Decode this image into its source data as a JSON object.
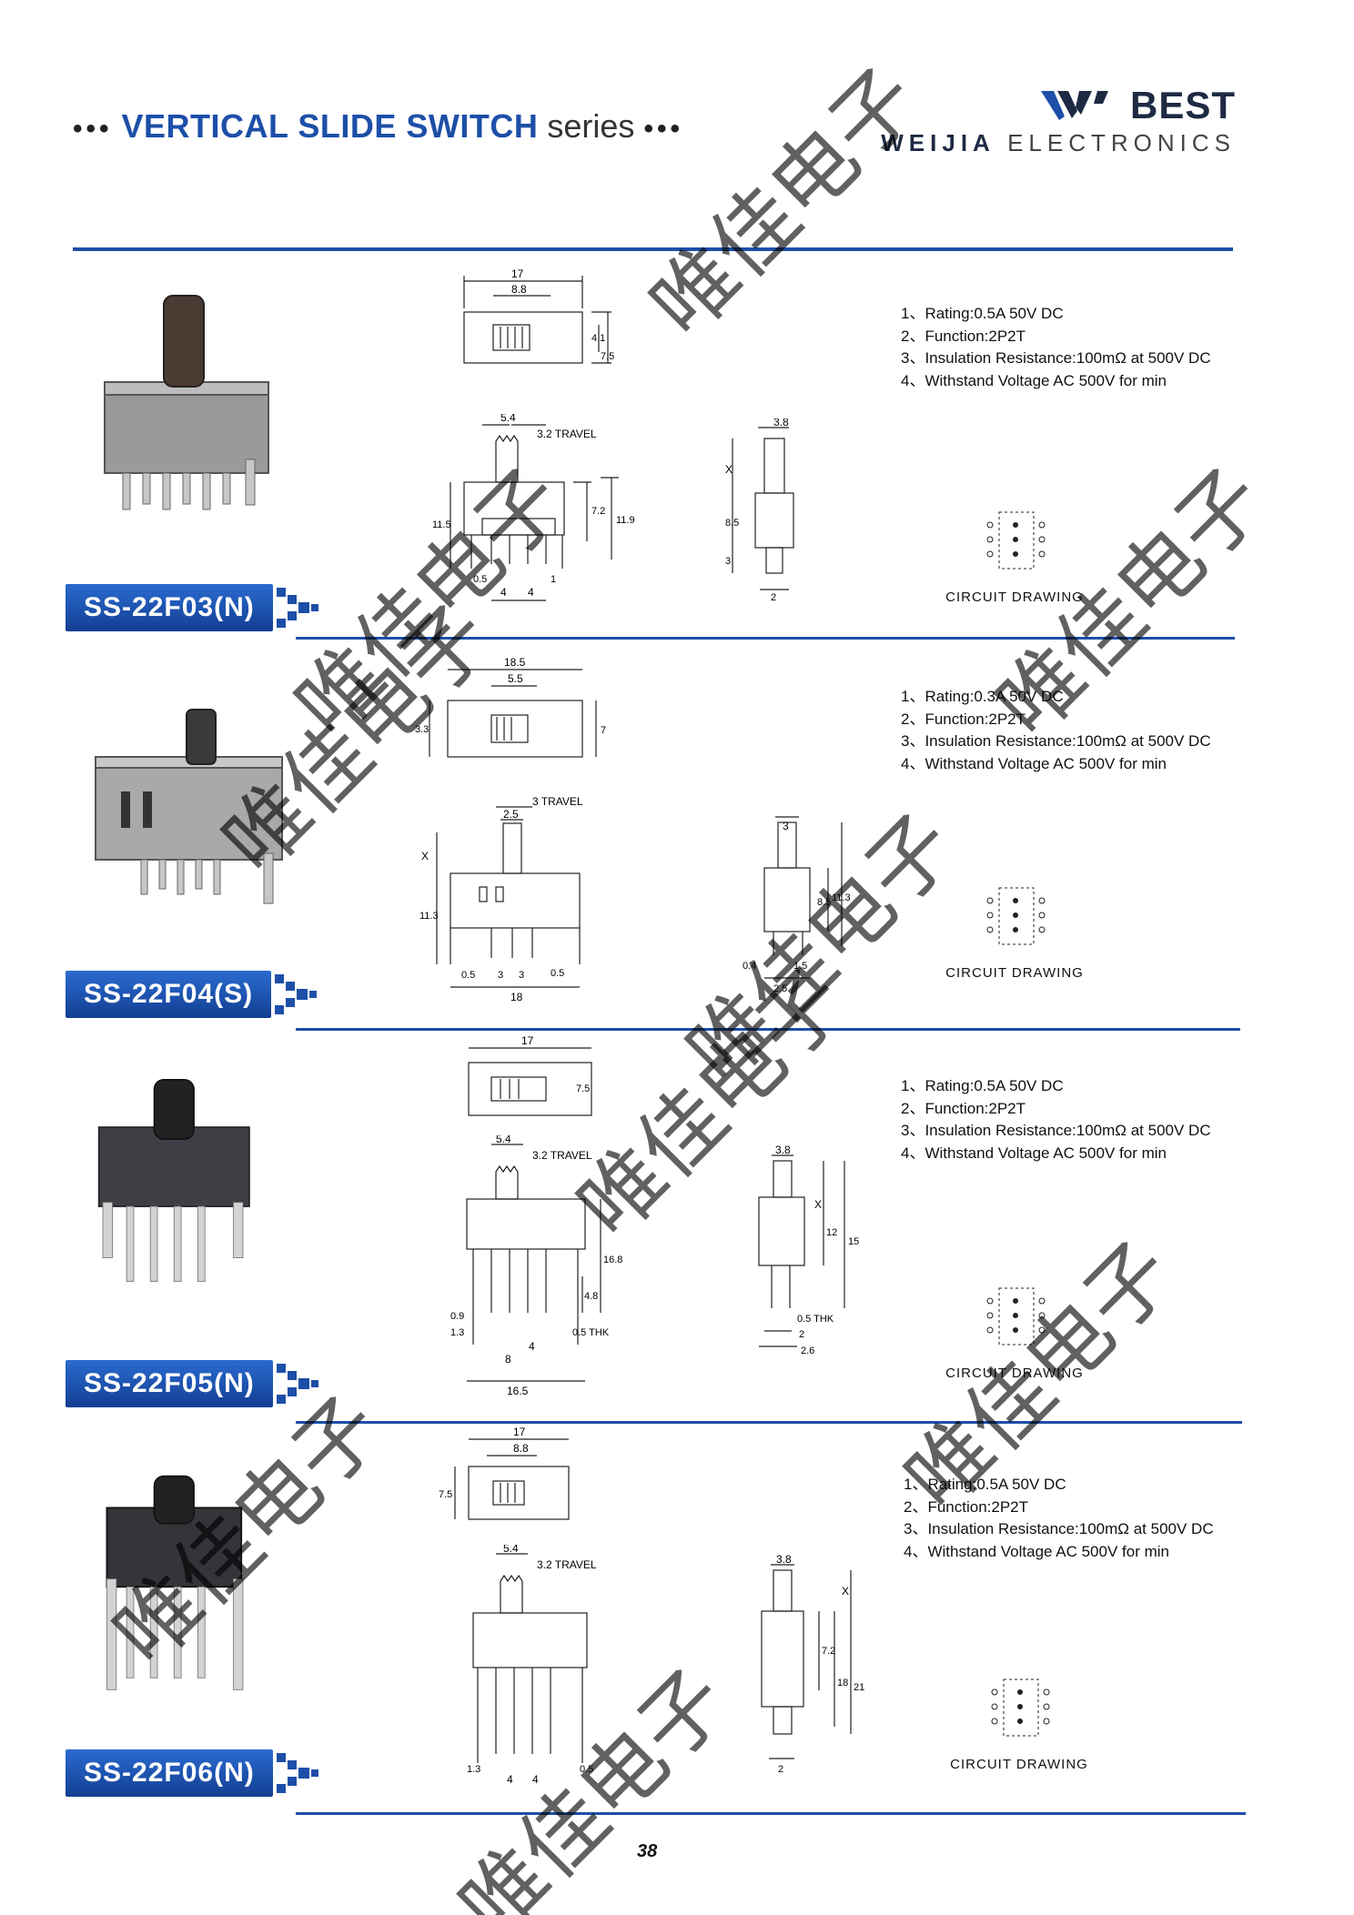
{
  "header": {
    "dots": "•••",
    "title_strong": "VERTICAL SLIDE SWITCH",
    "title_light": "series",
    "brand_name": "BEST",
    "brand_sub_bold": "WEIJIA",
    "brand_sub": "ELECTRONICS"
  },
  "colors": {
    "accent": "#1d4fa8",
    "model_bar": "#123f92"
  },
  "products": [
    {
      "model": "SS-22F03(N)",
      "specs": [
        "1、Rating:0.5A 50V DC",
        "2、Function:2P2T",
        "3、Insulation Resistance:100mΩ at 500V DC",
        "4、Withstand Voltage AC 500V for min"
      ],
      "top": {
        "w": "17",
        "inner": "8.8",
        "h1": "4.1",
        "h2": "7.5"
      },
      "front": {
        "w1": "5.4",
        "travel": "3.2 TRAVEL",
        "h1": "11.5",
        "h2": "7.2",
        "h3": "11.9",
        "b1": "0.5",
        "b2": "1",
        "p1": "4",
        "p2": "4"
      },
      "side": {
        "w": "3.8",
        "x": "X",
        "h": "8.5",
        "b": "3",
        "pin": "2"
      },
      "circuit": "CIRCUIT DRAWING"
    },
    {
      "model": "SS-22F04(S)",
      "specs": [
        "1、Rating:0.3A 50V DC",
        "2、Function:2P2T",
        "3、Insulation Resistance:100mΩ at 500V DC",
        "4、Withstand Voltage AC 500V for min"
      ],
      "top": {
        "w": "18.5",
        "inner": "5.5",
        "h1": "3.3",
        "h2": "7"
      },
      "front": {
        "w1": "2.5",
        "travel": "3 TRAVEL",
        "x": "X",
        "h1": "11.3",
        "b1": "0.5",
        "b2": "0.5",
        "p1": "3",
        "p2": "3",
        "w2": "18"
      },
      "side": {
        "w": "3",
        "h1": "8.5",
        "h2": "11.3",
        "b1": "0.4",
        "b2": "1.5",
        "pin": "2.5"
      },
      "circuit": "CIRCUIT DRAWING"
    },
    {
      "model": "SS-22F05(N)",
      "specs": [
        "1、Rating:0.5A 50V DC",
        "2、Function:2P2T",
        "3、Insulation Resistance:100mΩ at 500V DC",
        "4、Withstand Voltage AC 500V for min"
      ],
      "top": {
        "w": "17",
        "h": "7.5"
      },
      "front": {
        "w1": "5.4",
        "travel": "3.2 TRAVEL",
        "h1": "16.8",
        "h2": "4.8",
        "b1": "0.9",
        "b2": "1.3",
        "thk": "0.5 THK",
        "p1": "4",
        "p2": "8",
        "w2": "16.5"
      },
      "side": {
        "w": "3.8",
        "x": "X",
        "h1": "12",
        "h2": "15",
        "thk": "0.5 THK",
        "b1": "2",
        "b2": "2.6"
      },
      "circuit": "CIRCUIT DRAWING"
    },
    {
      "model": "SS-22F06(N)",
      "specs": [
        "1、Rating:0.5A 50V DC",
        "2、Function:2P2T",
        "3、Insulation Resistance:100mΩ at 500V DC",
        "4、Withstand Voltage AC 500V for min"
      ],
      "top": {
        "w": "17",
        "inner": "8.8",
        "h": "7.5"
      },
      "front": {
        "w1": "5.4",
        "travel": "3.2 TRAVEL",
        "b1": "1.3",
        "b2": "0.5",
        "p1": "4",
        "p2": "4"
      },
      "side": {
        "w": "3.8",
        "x": "X",
        "h1": "7.2",
        "h2": "18",
        "h3": "21",
        "pin": "2"
      },
      "circuit": "CIRCUIT DRAWING"
    }
  ],
  "page_number": "38",
  "watermark": "唯佳电子"
}
